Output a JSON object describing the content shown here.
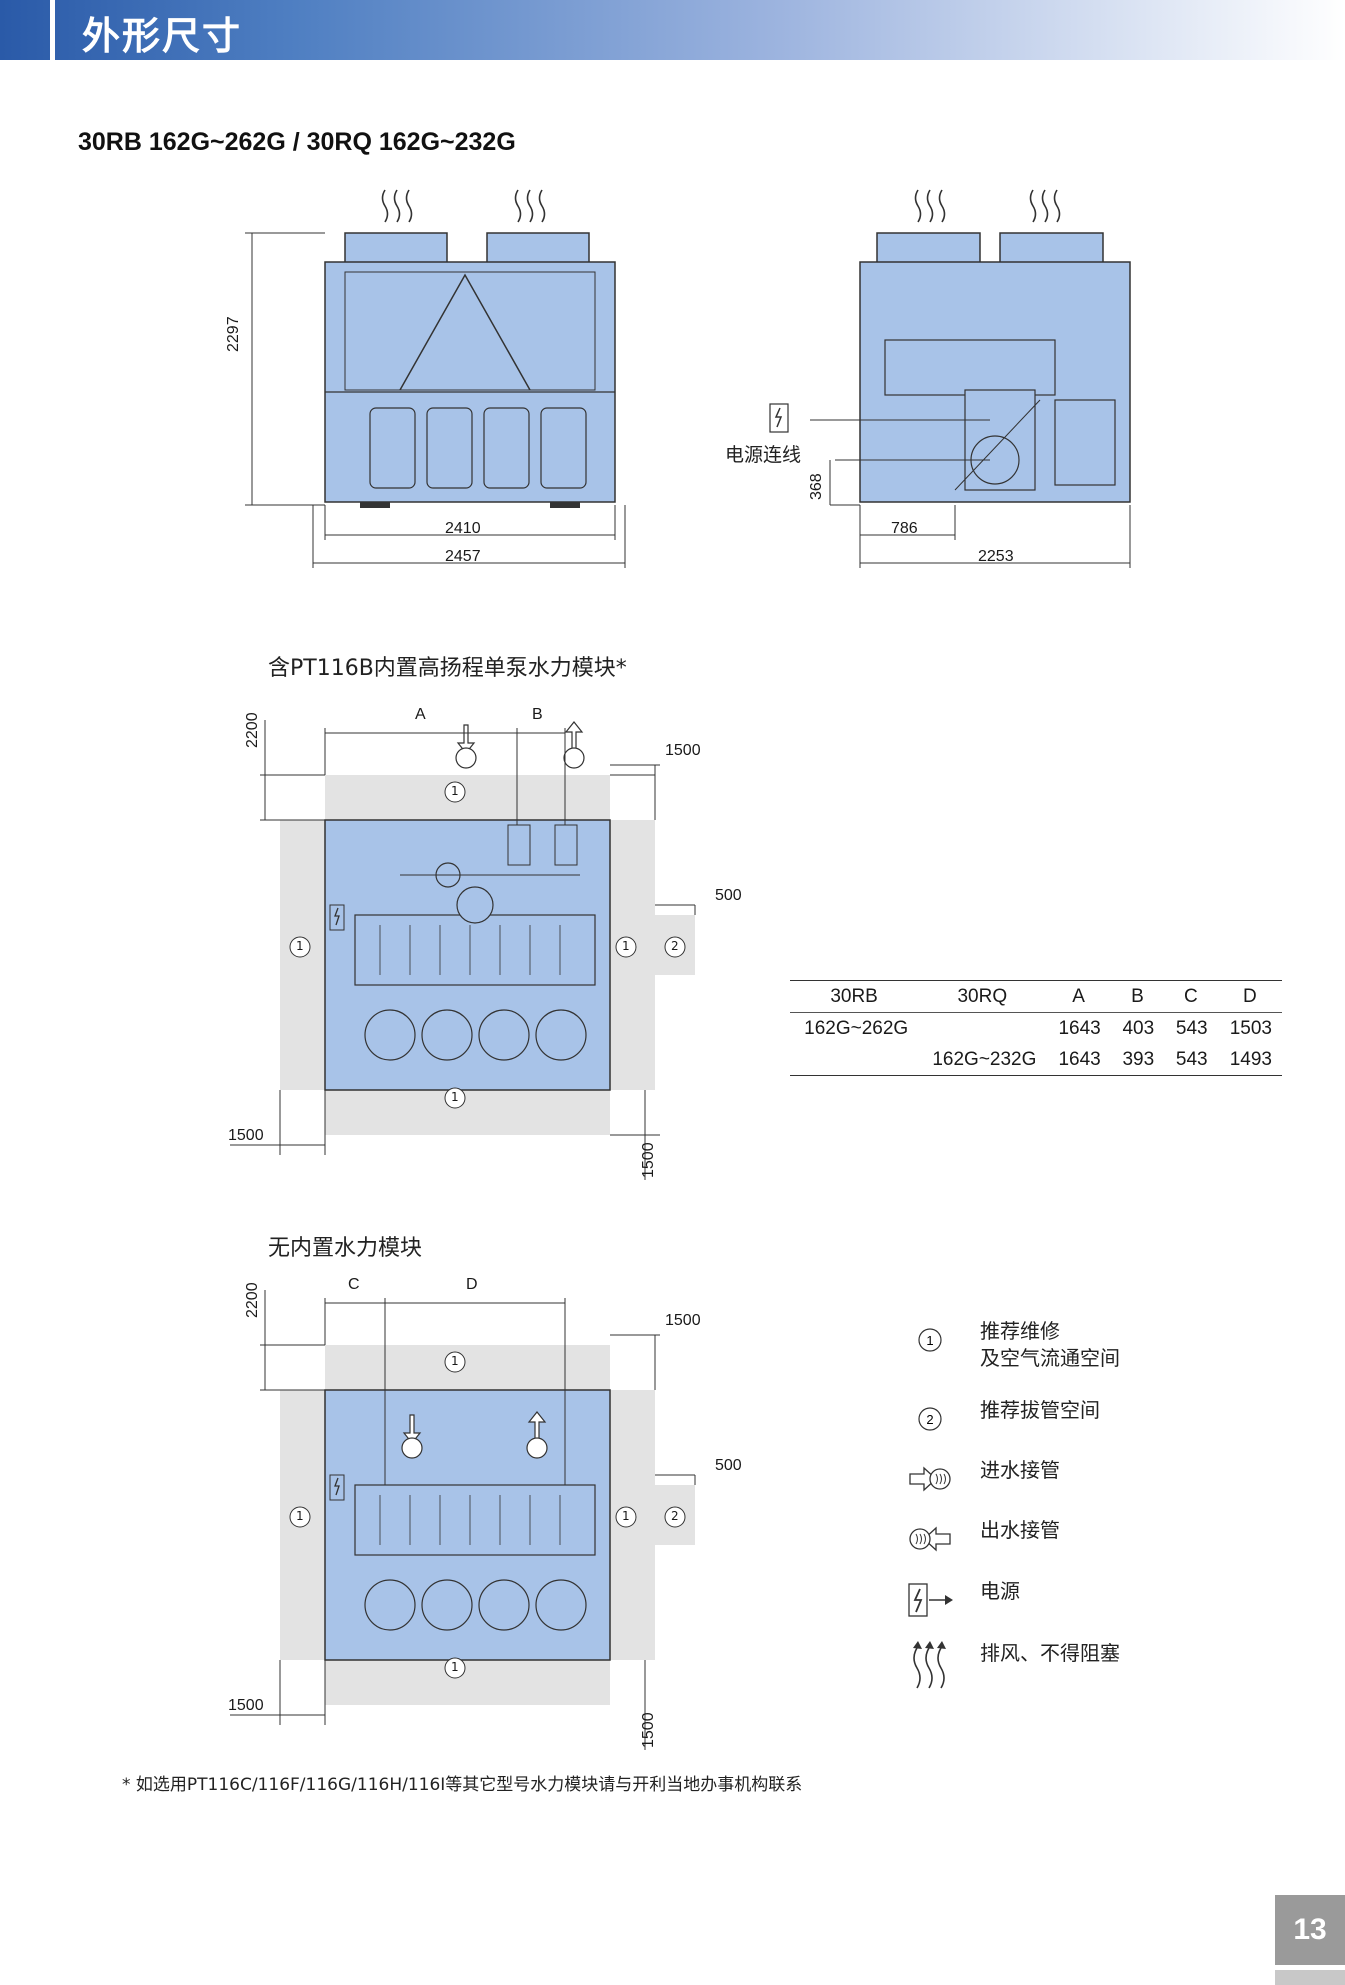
{
  "header": {
    "title": "外形尺寸"
  },
  "subtitle": "30RB 162G~262G / 30RQ 162G~232G",
  "views": {
    "front_width_inner": "2410",
    "front_width_outer": "2457",
    "front_height": "2297",
    "side_power_offset": "786",
    "side_width": "2253",
    "side_power_height": "368",
    "power_label": "电源连线"
  },
  "section1": {
    "title": "含PT116B内置高扬程单泵水力模块*",
    "dim_a": "A",
    "dim_b": "B",
    "dim_2200": "2200",
    "dim_1500_right": "1500",
    "dim_500": "500",
    "dim_1500_left": "1500",
    "dim_1500_bottom": "1500",
    "zone1": "1",
    "zone2": "2"
  },
  "table": {
    "headers": [
      "30RB",
      "30RQ",
      "A",
      "B",
      "C",
      "D"
    ],
    "rows": [
      [
        "162G~262G",
        "",
        "1643",
        "403",
        "543",
        "1503"
      ],
      [
        "",
        "162G~232G",
        "1643",
        "393",
        "543",
        "1493"
      ]
    ]
  },
  "section2": {
    "title": "无内置水力模块",
    "dim_c": "C",
    "dim_d": "D",
    "dim_2200": "2200",
    "dim_1500_right": "1500",
    "dim_500": "500",
    "dim_1500_left": "1500",
    "dim_1500_bottom": "1500",
    "zone1": "1",
    "zone2": "2"
  },
  "legend": [
    {
      "icon": "circled-one-icon",
      "label": "推荐维修\n及空气流通空间"
    },
    {
      "icon": "circled-two-icon",
      "label": "推荐拔管空间"
    },
    {
      "icon": "water-inlet-icon",
      "label": "进水接管"
    },
    {
      "icon": "water-outlet-icon",
      "label": "出水接管"
    },
    {
      "icon": "power-supply-icon",
      "label": "电源"
    },
    {
      "icon": "exhaust-air-icon",
      "label": "排风、不得阻塞"
    }
  ],
  "footnote": "* 如选用PT116C/116F/116G/116H/116I等其它型号水力模块请与开利当地办事机构联系",
  "page_number": "13",
  "colors": {
    "unit_fill": "#a8c3e8",
    "clearance_fill": "#e3e3e3",
    "header_blue": "#2a5aa8"
  }
}
